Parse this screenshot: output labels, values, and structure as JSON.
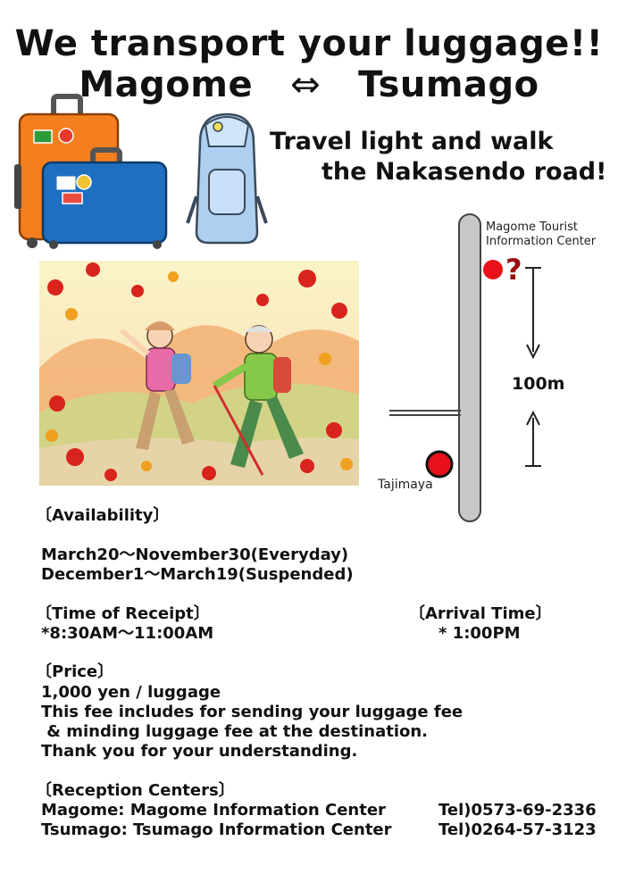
{
  "header": {
    "title_line1": "We transport your luggage!!",
    "title_from": "Magome",
    "title_arrow": "⇔",
    "title_to": "Tsumago",
    "tagline_line1": "Travel light and walk",
    "tagline_line2": "the Nakasendo road!"
  },
  "map": {
    "center_label_line1": "Magome Tourist",
    "center_label_line2": "Information Center",
    "question_mark": "?",
    "distance": "100m",
    "shop_label": "Tajimaya"
  },
  "availability": {
    "heading": "〔Availability〕",
    "line1": "March20～November30(Everyday)",
    "line2": "December1～March19(Suspended)"
  },
  "receipt": {
    "heading": "〔Time of Receipt〕",
    "time": "*8:30AM～11:00AM"
  },
  "arrival": {
    "heading": "〔Arrival Time〕",
    "time": "* 1:00PM"
  },
  "price": {
    "heading": "〔Price〕",
    "line1": "1,000 yen / luggage",
    "line2": "This fee includes for sending your luggage fee",
    "line3": " & minding luggage fee at the destination.",
    "line4": "Thank you for your understanding."
  },
  "reception": {
    "heading": "〔Reception Centers〕",
    "centers": [
      {
        "name": "Magome: Magome Information Center",
        "tel": "Tel)0573-69-2336"
      },
      {
        "name": "Tsumago: Tsumago Information Center",
        "tel": "Tel)0264-57-3123"
      }
    ]
  },
  "colors": {
    "suitcase_orange": "#f47f1e",
    "suitcase_blue": "#1f6fc0",
    "backpack_blue": "#aecff0",
    "map_road": "#c8c8c8",
    "marker_red": "#e8101a",
    "question_red": "#9a1010",
    "sky_cream": "#fbf3c8"
  }
}
